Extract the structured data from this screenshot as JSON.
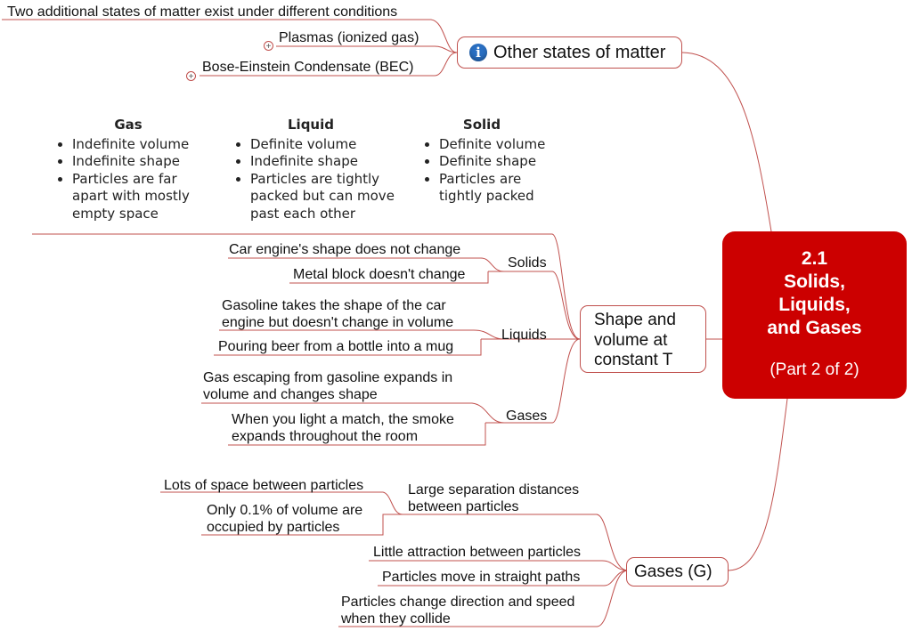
{
  "central": {
    "title": "2.1\nSolids,\nLiquids,\nand Gases",
    "title_lines": [
      "2.1",
      "Solids,",
      "Liquids,",
      "and Gases"
    ],
    "subtitle": "(Part 2 of 2)"
  },
  "other_states": {
    "label": "Other states of matter",
    "icon": "info-icon",
    "items": [
      "Two additional states of matter exist under different conditions",
      "Plasmas (ionized gas)",
      "Bose-Einstein Condensate (BEC)"
    ]
  },
  "table_image": {
    "columns": [
      {
        "header": "Gas",
        "items": [
          "Indefinite volume",
          "Indefinite shape",
          "Particles are far apart with mostly empty space"
        ]
      },
      {
        "header": "Liquid",
        "items": [
          "Definite volume",
          "Indefinite shape",
          "Particles are tightly packed but can move past each other"
        ]
      },
      {
        "header": "Solid",
        "items": [
          "Definite volume",
          "Definite shape",
          "Particles are tightly packed"
        ]
      }
    ]
  },
  "shape_volume": {
    "label": "Shape and volume at constant T",
    "groups": [
      {
        "label": "Solids",
        "items": [
          "Car engine's shape does not change",
          "Metal block doesn't change"
        ]
      },
      {
        "label": "Liquids",
        "items": [
          "Gasoline takes the shape of the car engine but doesn't change in volume",
          "Pouring beer from a bottle into a mug"
        ]
      },
      {
        "label": "Gases",
        "items": [
          "Gas escaping from gasoline expands in volume and changes shape",
          "When you light a match, the smoke expands throughout the room"
        ]
      }
    ]
  },
  "gases": {
    "label": "Gases (G)",
    "separation": {
      "label": "Large separation distances between particles",
      "items": [
        "Lots of space between particles",
        "Only 0.1% of volume are occupied by particles"
      ]
    },
    "items": [
      "Little attraction between particles",
      "Particles move in straight paths",
      "Particles change direction and speed when they collide"
    ]
  },
  "colors": {
    "line": "#c0504d",
    "central_bg": "#cc0000",
    "central_text": "#ffffff"
  }
}
